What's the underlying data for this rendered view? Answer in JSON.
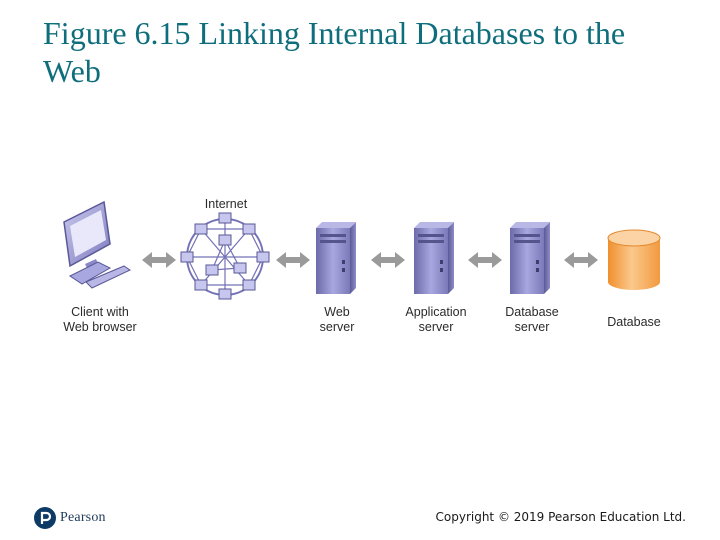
{
  "title": "Figure 6.15 Linking Internal Databases to the Web",
  "nodes": {
    "internet": "Internet",
    "client_line1": "Client with",
    "client_line2": "Web browser",
    "web_line1": "Web",
    "web_line2": "server",
    "app_line1": "Application",
    "app_line2": "server",
    "db_server_line1": "Database",
    "db_server_line2": "server",
    "database": "Database"
  },
  "footer": {
    "logo_text": "Pearson",
    "copyright": "Copyright © 2019 Pearson Education Ltd."
  },
  "colors": {
    "title": "#0f6e7c",
    "server": "#8a88c8",
    "database": "#f5a04a",
    "arrow": "#9a9a9a"
  }
}
